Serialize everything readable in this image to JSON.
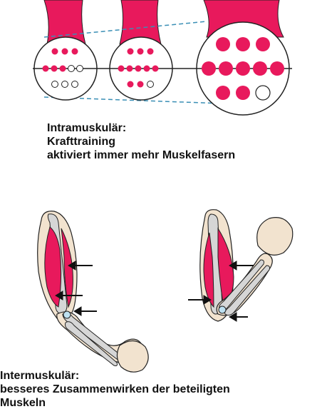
{
  "intramuscular": {
    "line1": "Intramuskulär:",
    "line2": "Krafttraining",
    "line3": "aktiviert immer mehr Muskelfasern",
    "fibers": [
      {
        "rows": [
          [
            1,
            1,
            1
          ],
          [
            1,
            1,
            1,
            0,
            0
          ],
          [
            0,
            0,
            0
          ]
        ]
      },
      {
        "rows": [
          [
            1,
            1,
            1
          ],
          [
            1,
            1,
            1,
            1,
            1
          ],
          [
            1,
            1,
            0
          ]
        ]
      },
      {
        "rows": [
          [
            1,
            1,
            1
          ],
          [
            1,
            1,
            1,
            1,
            1
          ],
          [
            1,
            1,
            0
          ]
        ]
      }
    ]
  },
  "intermuscular": {
    "line1": "Intermuskulär:",
    "line2": "besseres Zusammenwirken der beteiligten",
    "line3": "Muskeln"
  },
  "colors": {
    "muscle": "#e8195c",
    "outline": "#222222",
    "bone": "#d6d6d6",
    "dash": "#3a8fb5",
    "skin": "#f2e3cf"
  }
}
